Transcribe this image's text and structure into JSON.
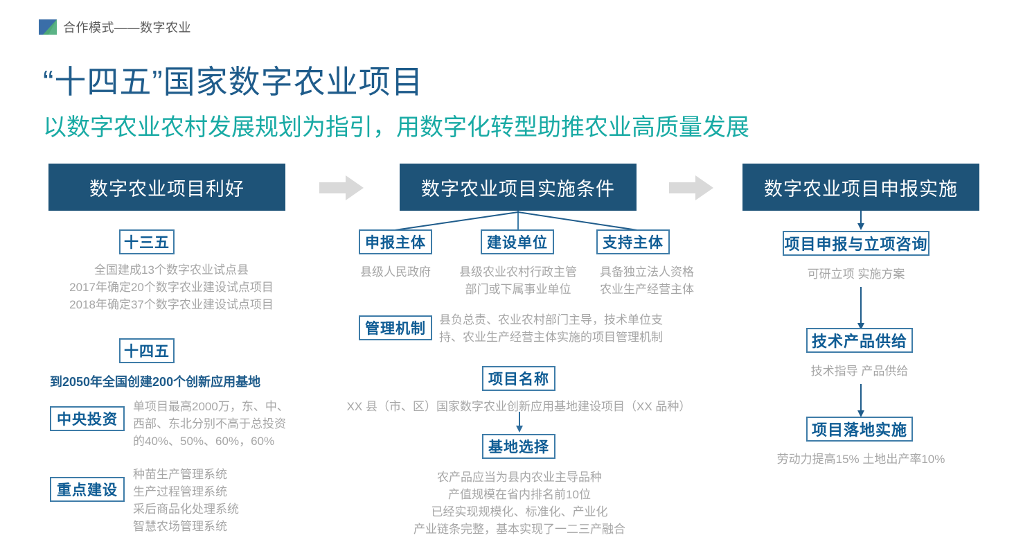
{
  "eyebrow": {
    "icon": "logo-mark-icon",
    "text": "合作模式——数字农业"
  },
  "titles": {
    "main": "“十四五”国家数字农业项目",
    "sub": "以数字农业农村发展规划为指引，用数字化转型助推农业高质量发展"
  },
  "colors": {
    "banner_bg": "#1e5378",
    "title_blue": "#1f5c8b",
    "subtitle_teal": "#18aaa4",
    "chip_border": "#3e7ca8",
    "chip_text": "#0f5c94",
    "body_gray": "#a6a6a6",
    "arrow_gray": "#d9d9d9"
  },
  "columns": [
    {
      "id": "benefits",
      "header": "数字农业项目利好"
    },
    {
      "id": "conditions",
      "header": "数字农业项目实施条件"
    },
    {
      "id": "apply",
      "header": "数字农业项目申报实施"
    }
  ],
  "arrows": {
    "between_1_2": "right-arrow-icon",
    "between_2_3": "right-arrow-icon"
  },
  "left_column": {
    "plan_135": {
      "chip": "十三五",
      "lines": [
        "全国建成13个数字农业试点县",
        "2017年确定20个数字农业建设试点项目",
        "2018年确定37个数字农业建设试点项目"
      ]
    },
    "plan_145": {
      "chip": "十四五",
      "highlight": "到2050年全国创建200个创新应用基地"
    },
    "central_investment": {
      "chip": "中央投资",
      "lines": [
        "单项目最高2000万，东、中、",
        "西部、东北分别不高于总投资",
        "的40%、50%、60%，60%"
      ]
    },
    "key_construction": {
      "chip": "重点建设",
      "lines": [
        "种苗生产管理系统",
        "生产过程管理系统",
        "采后商品化处理系统",
        "智慧农场管理系统"
      ]
    }
  },
  "middle_column": {
    "subjects": [
      {
        "chip": "申报主体",
        "lines": [
          "县级人民政府"
        ]
      },
      {
        "chip": "建设单位",
        "lines": [
          "县级农业农村行政主管",
          "部门或下属事业单位"
        ]
      },
      {
        "chip": "支持主体",
        "lines": [
          "具备独立法人资格",
          "农业生产经营主体"
        ]
      }
    ],
    "management": {
      "chip": "管理机制",
      "lines": [
        "县负总责、农业农村部门主导，技术单位支",
        "持、农业生产经营主体实施的项目管理机制"
      ]
    },
    "project_name": {
      "chip": "项目名称",
      "value": "XX 县（市、区）国家数字农业创新应用基地建设项目（XX 品种）"
    },
    "base_selection": {
      "chip": "基地选择",
      "lines": [
        "农产品应当为县内农业主导品种",
        "产值规模在省内排名前10位",
        "已经实现规模化、标准化、产业化",
        "产业链条完整，基本实现了一二三产融合"
      ]
    }
  },
  "right_column": {
    "steps": [
      {
        "chip": "项目申报与立项咨询",
        "note": "可研立项   实施方案"
      },
      {
        "chip": "技术产品供给",
        "note": "技术指导   产品供给"
      },
      {
        "chip": "项目落地实施",
        "note": "劳动力提高15%  土地出产率10%"
      }
    ]
  }
}
